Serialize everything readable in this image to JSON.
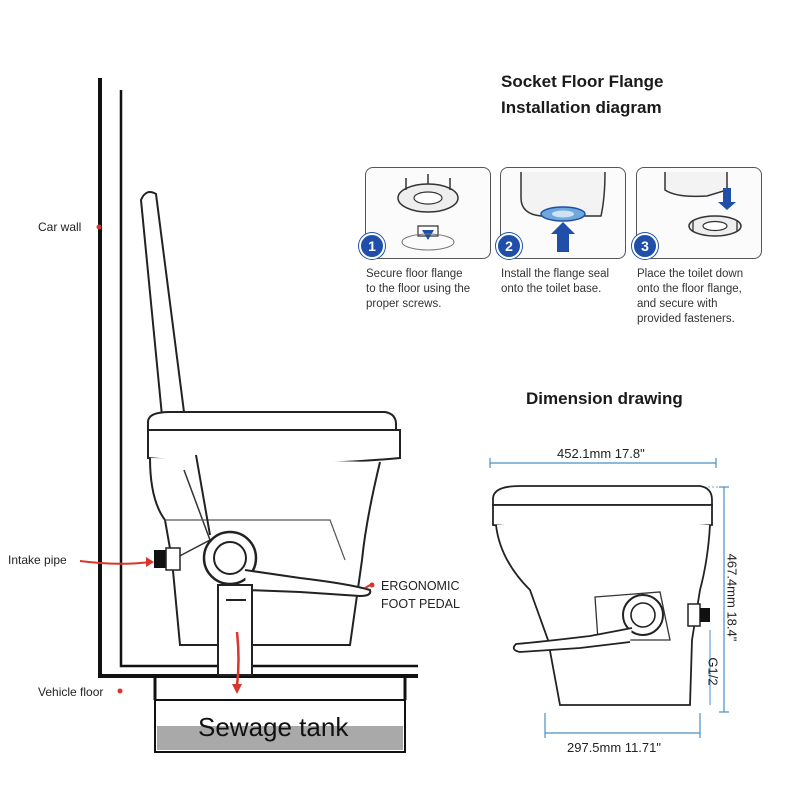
{
  "labels": {
    "car_wall": "Car wall",
    "intake_pipe": "Intake pipe",
    "vehicle_floor": "Vehicle floor",
    "sewage_tank": "Sewage tank",
    "pedal_line1": "ERGONOMIC",
    "pedal_line2": "FOOT PEDAL"
  },
  "installation": {
    "title_line1": "Socket Floor Flange",
    "title_line2": "Installation diagram",
    "steps": [
      {
        "number": "1",
        "caption": "Secure floor flange\nto the floor using the\nproper screws."
      },
      {
        "number": "2",
        "caption": "Install the flange seal\nonto the toilet base."
      },
      {
        "number": "3",
        "caption": "Place the toilet down\nonto the floor flange,\nand secure with\nprovided fasteners."
      }
    ]
  },
  "dimensions": {
    "title": "Dimension drawing",
    "width_top": "452.1mm  17.8\"",
    "height": "467.4mm  18.4\"",
    "pipe_thread": "G1/2",
    "width_bottom": "297.5mm  11.71\""
  },
  "colors": {
    "accent_red": "#d9352a",
    "badge_blue": "#1f4fa8",
    "dimension_blue": "#4a8fc4",
    "tank_gray": "#a9a9a9"
  }
}
